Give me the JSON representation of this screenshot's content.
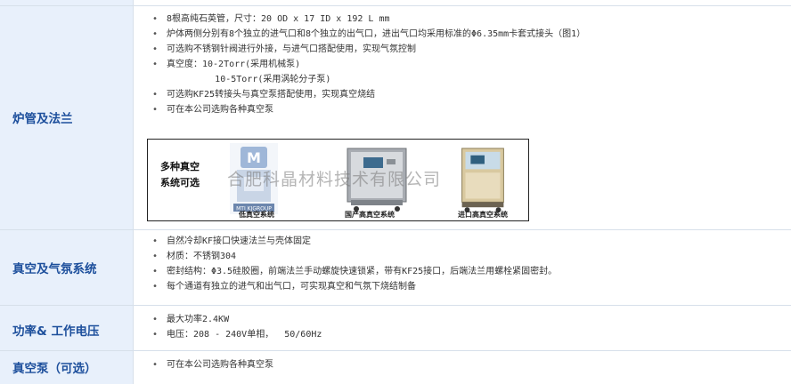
{
  "rows": [
    {
      "label": "炉管及法兰",
      "items": [
        "8根高纯石英管，尺寸：20 OD x 17 ID x 192 L mm",
        "炉体两侧分别有8个独立的进气口和8个独立的出气口，进出气口均采用标准的Φ6.35mm卡套式接头（图1）",
        "可选购不锈钢针阀进行外接，与进气口搭配使用，实现气氛控制",
        "真空度：10-2Torr(采用机械泵)",
        "         10-5Torr(采用涡轮分子泵)",
        "可选购KF25转接头与真空泵搭配使用，实现真空烧结",
        "可在本公司选购各种真空泵"
      ]
    },
    {
      "label": "真空及气氛系统",
      "items": [
        "自然冷却KF接口快速法兰与壳体固定",
        "材质：不锈钢304",
        "密封结构：Φ3.5硅胶圈，前端法兰手动螺旋快速锁紧，带有KF25接口，后端法兰用螺栓紧固密封。",
        "每个通道有独立的进气和出气口，可实现真空和气氛下烧结制备"
      ]
    },
    {
      "label": "功率& 工作电压",
      "items": [
        "最大功率2.4KW",
        "电压：208 - 240V单相，  50/60Hz"
      ]
    },
    {
      "label": "真空泵（可选）",
      "items": [
        "可在本公司选购各种真空泵"
      ]
    }
  ],
  "figure": {
    "caption_line1": "多种真空",
    "caption_line2": "系统可选",
    "unit1_label": "低真空系统",
    "unit2_label": "国产高真空系统",
    "unit3_label": "进口高真空系统",
    "watermark": "合肥科晶材料技术有限公司",
    "logo_text": "MTI KJGROUP"
  },
  "colors": {
    "label_bg": "#e8f0fb",
    "label_text": "#1d4f9c",
    "border": "#d7e0ea"
  }
}
